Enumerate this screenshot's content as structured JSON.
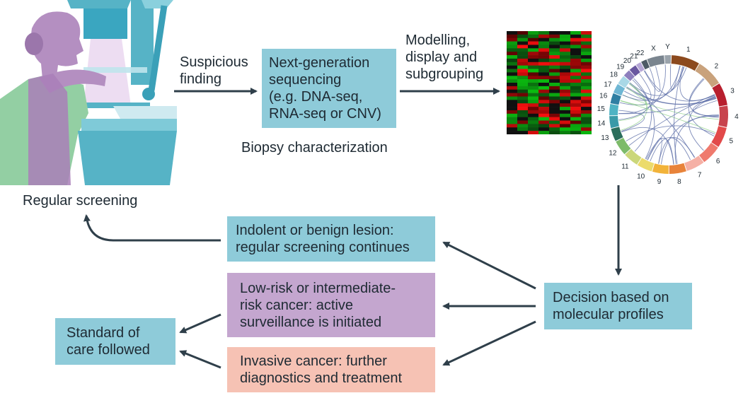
{
  "labels": {
    "regular_screening": "Regular screening",
    "suspicious_finding": "Suspicious\nfinding",
    "modelling": "Modelling,\ndisplay and\nsubgrouping",
    "biopsy": "Biopsy characterization"
  },
  "boxes": {
    "ngs": "Next-generation\nsequencing\n(e.g. DNA-seq,\nRNA-seq or CNV)",
    "decision": "Decision based on\nmolecular profiles",
    "indolent": "Indolent or benign lesion:\nregular screening continues",
    "low_risk": "Low-risk or intermediate-\nrisk cancer: active\nsurveillance is initiated",
    "invasive": "Invasive cancer: further\ndiagnostics and treatment",
    "standard": "Standard of\ncare followed"
  },
  "circos_labels": [
    "1",
    "2",
    "3",
    "4",
    "5",
    "6",
    "7",
    "8",
    "9",
    "10",
    "11",
    "12",
    "13",
    "14",
    "15",
    "16",
    "17",
    "18",
    "19",
    "20",
    "21",
    "22",
    "X",
    "Y"
  ],
  "colors": {
    "box_blue": "#8ecbd9",
    "box_purple": "#c4a6cf",
    "box_pink": "#f6c2b4",
    "arrow": "#2f3f4a"
  }
}
